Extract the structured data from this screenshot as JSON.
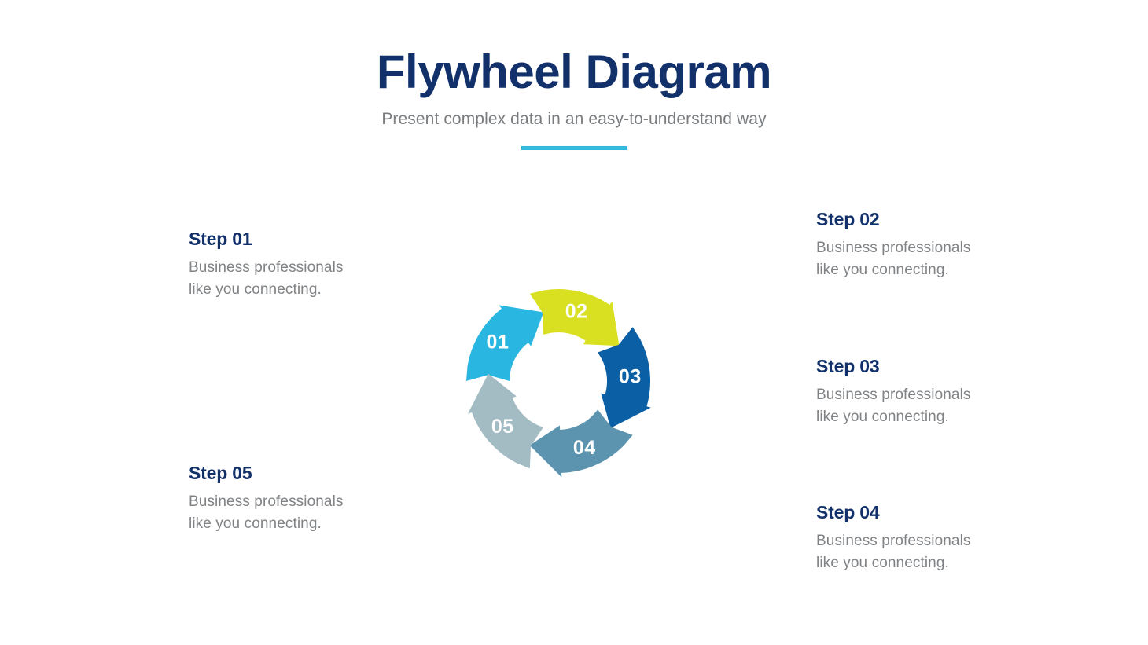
{
  "header": {
    "title": "Flywheel Diagram",
    "subtitle": "Present complex data in an easy-to-understand way",
    "accent_color": "#34b7dc"
  },
  "theme": {
    "heading_color": "#123069",
    "body_color": "#808386",
    "background": "#ffffff"
  },
  "steps": [
    {
      "id": "01",
      "number": "01",
      "title": "Step 01",
      "body": "Business professionals like you connecting.",
      "color": "#29b6e0",
      "side": "left"
    },
    {
      "id": "02",
      "number": "02",
      "title": "Step 02",
      "body": "Business professionals like you connecting.",
      "color": "#d9e021",
      "side": "right"
    },
    {
      "id": "03",
      "number": "03",
      "title": "Step 03",
      "body": "Business professionals like you connecting.",
      "color": "#0b5fa5",
      "side": "right"
    },
    {
      "id": "04",
      "number": "04",
      "title": "Step 04",
      "body": "Business professionals like you connecting.",
      "color": "#5c93ae",
      "side": "right"
    },
    {
      "id": "05",
      "number": "05",
      "title": "Step 05",
      "body": "Business professionals like you connecting.",
      "color": "#a3bcc4",
      "side": "left"
    }
  ],
  "chart_data": {
    "type": "cycle-diagram",
    "title": "Flywheel Diagram",
    "segment_count": 5,
    "direction": "clockwise",
    "labels": [
      "01",
      "02",
      "03",
      "04",
      "05"
    ],
    "colors": [
      "#29b6e0",
      "#d9e021",
      "#0b5fa5",
      "#5c93ae",
      "#a3bcc4"
    ],
    "outer_radius": 235,
    "inner_radius": 120,
    "center": [
      710,
      485
    ]
  }
}
